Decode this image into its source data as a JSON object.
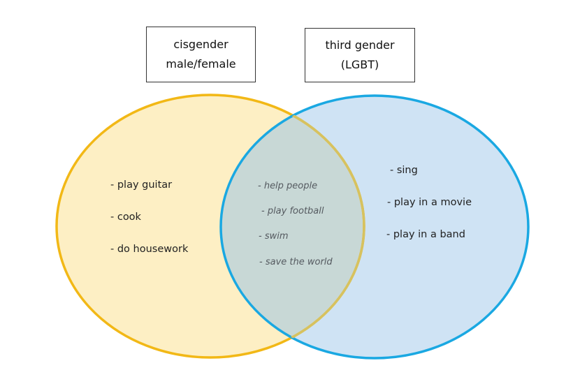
{
  "sets": {
    "left": {
      "title_line1": "cisgender",
      "title_line2": "male/female",
      "fill_color": "#fdefc4",
      "stroke_color": "#f2b816",
      "items": [
        "- play guitar",
        "- cook",
        "- do housework"
      ]
    },
    "right": {
      "title_line1": "third gender",
      "title_line2": "(LGBT)",
      "fill_color": "#cfe3f4",
      "stroke_color": "#1aa8e2",
      "items": [
        "- sing",
        "- play in a movie",
        "- play in a band"
      ]
    },
    "overlap": {
      "fill_color": "#c8d8d6",
      "items": [
        "-  help people",
        "- play football",
        "-  swim",
        "- save the world"
      ]
    }
  }
}
